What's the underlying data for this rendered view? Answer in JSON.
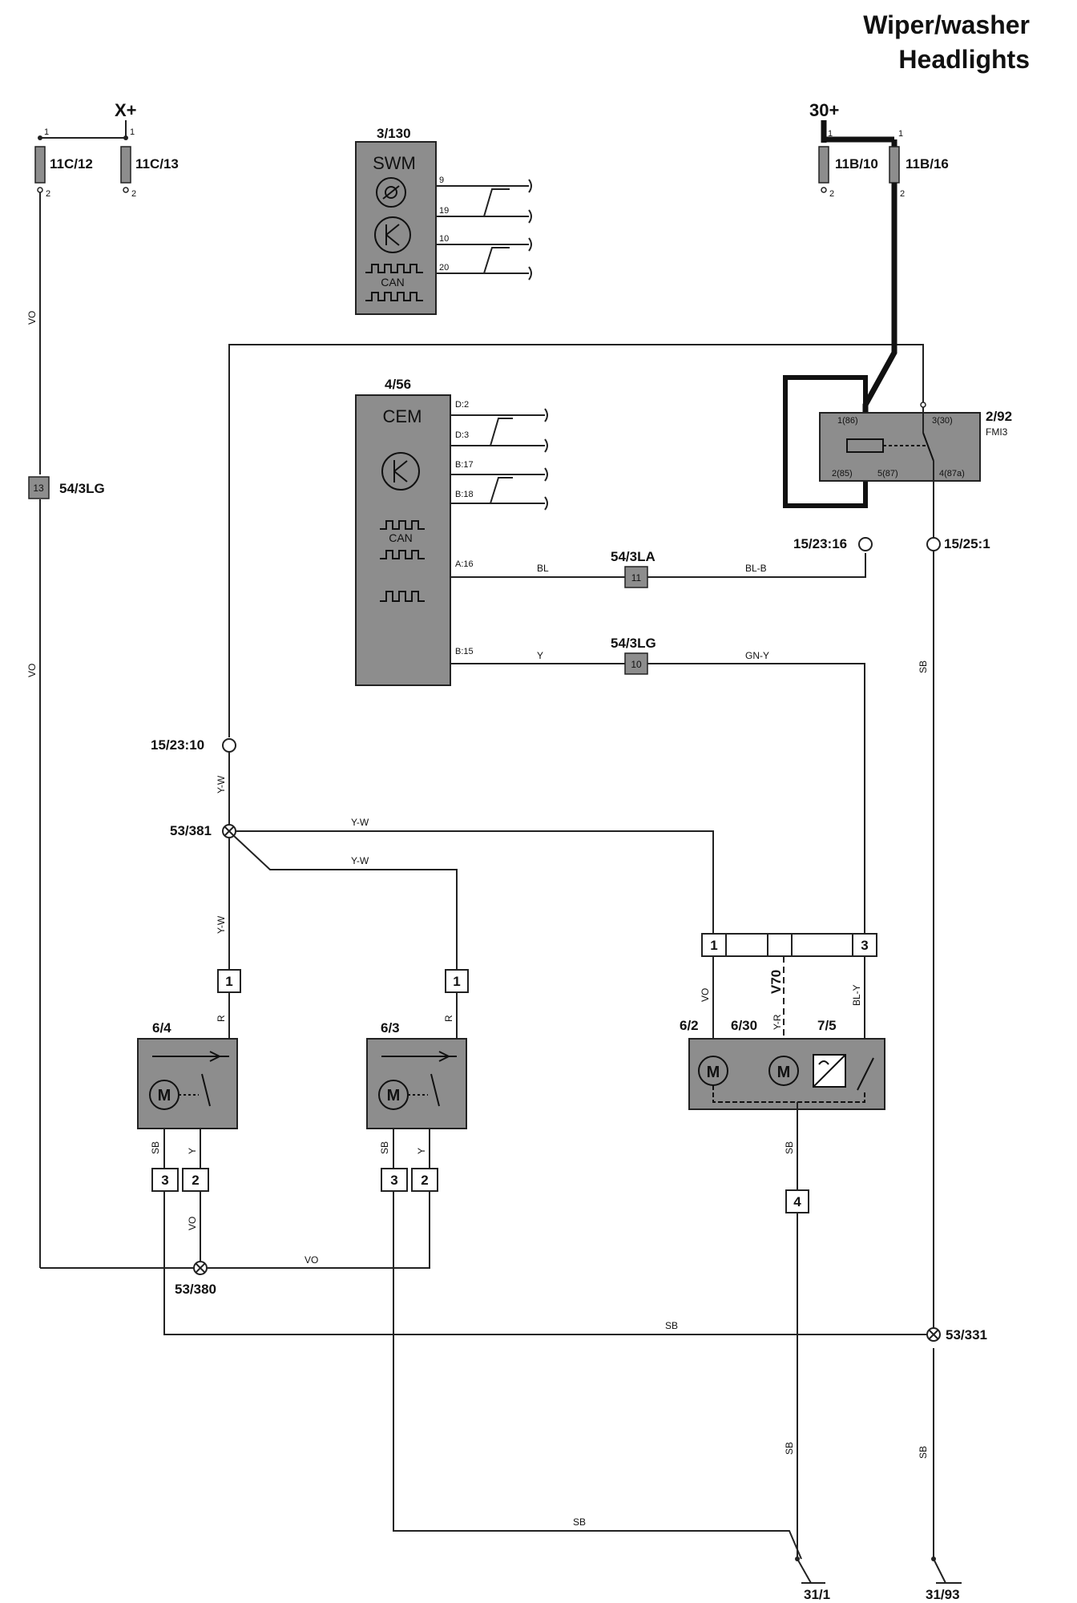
{
  "title": {
    "line1": "Wiper/washer",
    "line2": "Headlights"
  },
  "supplies": {
    "x_plus": "X+",
    "thirty_plus": "30+"
  },
  "fuses": {
    "f_11c12": "11C/12",
    "f_11c13": "11C/13",
    "f_11b10": "11B/10",
    "f_11b16": "11B/16",
    "pin1": "1",
    "pin2": "2"
  },
  "swm": {
    "id": "3/130",
    "name": "SWM",
    "can": "CAN",
    "pins": [
      "9",
      "19",
      "10",
      "20"
    ]
  },
  "cem": {
    "id": "4/56",
    "name": "CEM",
    "can": "CAN",
    "pins": [
      "D:2",
      "D:3",
      "B:17",
      "B:18",
      "A:16",
      "B:15"
    ]
  },
  "relay": {
    "id": "2/92",
    "sub": "FMI3",
    "p1": "1(86)",
    "p2": "2(85)",
    "p3": "3(30)",
    "p4": "4(87a)",
    "p5": "5(87)"
  },
  "connectors": {
    "c_54_3lg_left": "54/3LG",
    "c_54_3lg_left_pin": "13",
    "c_54_3la": "54/3LA",
    "c_54_3la_pin": "11",
    "c_54_3lg_mid": "54/3LG",
    "c_54_3lg_mid_pin": "10",
    "c_15_23_16": "15/23:16",
    "c_15_25_1": "15/25:1",
    "c_15_23_10": "15/23:10"
  },
  "splices": {
    "s_53_381": "53/381",
    "s_53_380": "53/380",
    "s_53_331": "53/331"
  },
  "wires": {
    "vo": "VO",
    "bl": "BL",
    "bl_b": "BL-B",
    "y": "Y",
    "gn_y": "GN-Y",
    "sb": "SB",
    "y_w": "Y-W",
    "r": "R",
    "y_r": "Y-R",
    "bl_y": "BL-Y"
  },
  "components": {
    "m64": "6/4",
    "m63": "6/3",
    "m62": "6/2",
    "m630": "6/30",
    "s75": "7/5",
    "v70": "V70",
    "motor": "M"
  },
  "pins": {
    "one": "1",
    "two": "2",
    "three": "3",
    "four": "4"
  },
  "grounds": {
    "g31_1": "31/1",
    "g31_93": "31/93"
  }
}
